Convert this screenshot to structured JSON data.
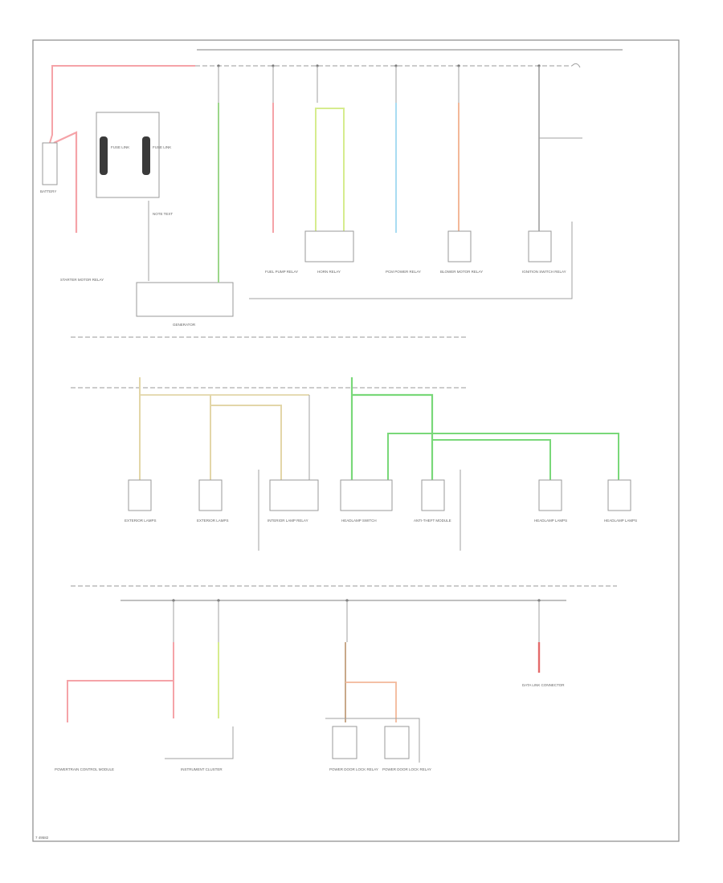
{
  "diagram": {
    "footer_code": "7 49582",
    "wire_colors": {
      "red": "#f5a3a8",
      "green": "#9cd68a",
      "bright_green": "#79d879",
      "yellow_green": "#d6ec8e",
      "light_blue": "#a9dcf2",
      "orange": "#f3b899",
      "tan": "#e3d6a8",
      "brown": "#c8a98a",
      "gray": "#9a9a9a"
    },
    "top_section": {
      "battery_label": "BATTERY",
      "starter_label": "STARTER MOTOR RELAY",
      "generator_label": "GENERATOR",
      "relay_labels": [
        "FUEL PUMP RELAY",
        "HORN RELAY",
        "PCM POWER RELAY",
        "BLOWER MOTOR RELAY",
        "IGNITION SWITCH RELAY"
      ]
    },
    "middle_section": {
      "load_labels": [
        "EXTERIOR LAMPS",
        "EXTERIOR LAMPS",
        "INTERIOR LAMP RELAY",
        "HEADLAMP SWITCH",
        "ANTI-THEFT MODULE",
        "HEADLAMP LAMPS",
        "HEADLAMP LAMPS"
      ]
    },
    "bottom_section": {
      "load_labels": [
        "POWERTRAIN CONTROL MODULE",
        "INSTRUMENT CLUSTER",
        "POWER DOOR LOCK RELAY",
        "POWER DOOR LOCK RELAY",
        "DATA LINK CONNECTOR"
      ]
    }
  }
}
